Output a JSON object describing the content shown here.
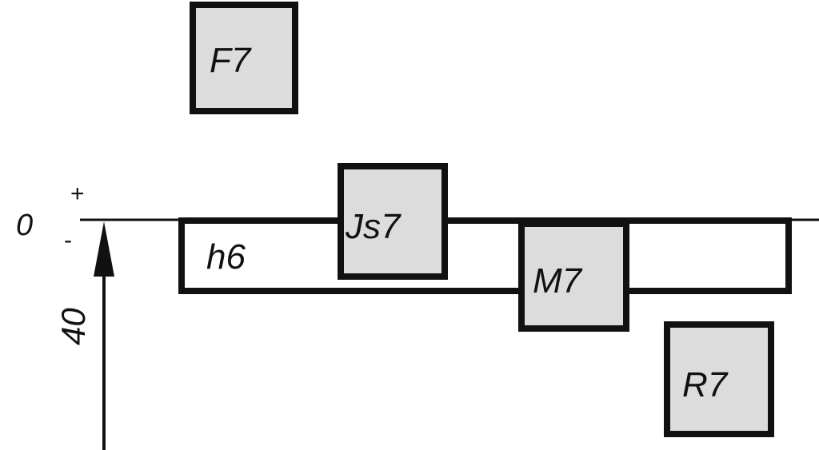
{
  "diagram": {
    "type": "tolerance-zone-diagram",
    "zero_line_label": "0",
    "plus_sign": "+",
    "minus_sign": "-",
    "nominal_size_label": "40",
    "colors": {
      "stroke": "#111111",
      "hole_fill": "#dcdcdc",
      "shaft_fill": "#ffffff"
    },
    "shaft": {
      "label": "h6"
    },
    "holes": [
      {
        "label": "F7"
      },
      {
        "label": "Js7"
      },
      {
        "label": "M7"
      },
      {
        "label": "R7"
      }
    ]
  }
}
